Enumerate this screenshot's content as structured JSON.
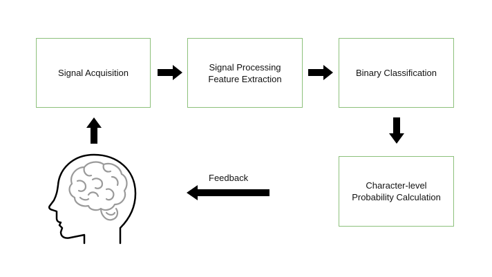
{
  "diagram": {
    "boxes": {
      "signal_acquisition": {
        "lines": [
          "Signal Acquisition"
        ]
      },
      "signal_processing": {
        "lines": [
          "Signal Processing",
          "Feature Extraction"
        ]
      },
      "binary_classification": {
        "lines": [
          "Binary Classification"
        ]
      },
      "character_probability": {
        "lines": [
          "Character-level",
          "Probability Calculation"
        ]
      }
    },
    "feedback_label": "Feedback",
    "icons": {
      "head": "head-with-brain-icon",
      "arrow": "block-arrow-icon"
    },
    "colors": {
      "box_border": "#8cc07a",
      "arrow": "#000000",
      "head_outline": "#000000",
      "brain": "#9a9a9a"
    }
  }
}
